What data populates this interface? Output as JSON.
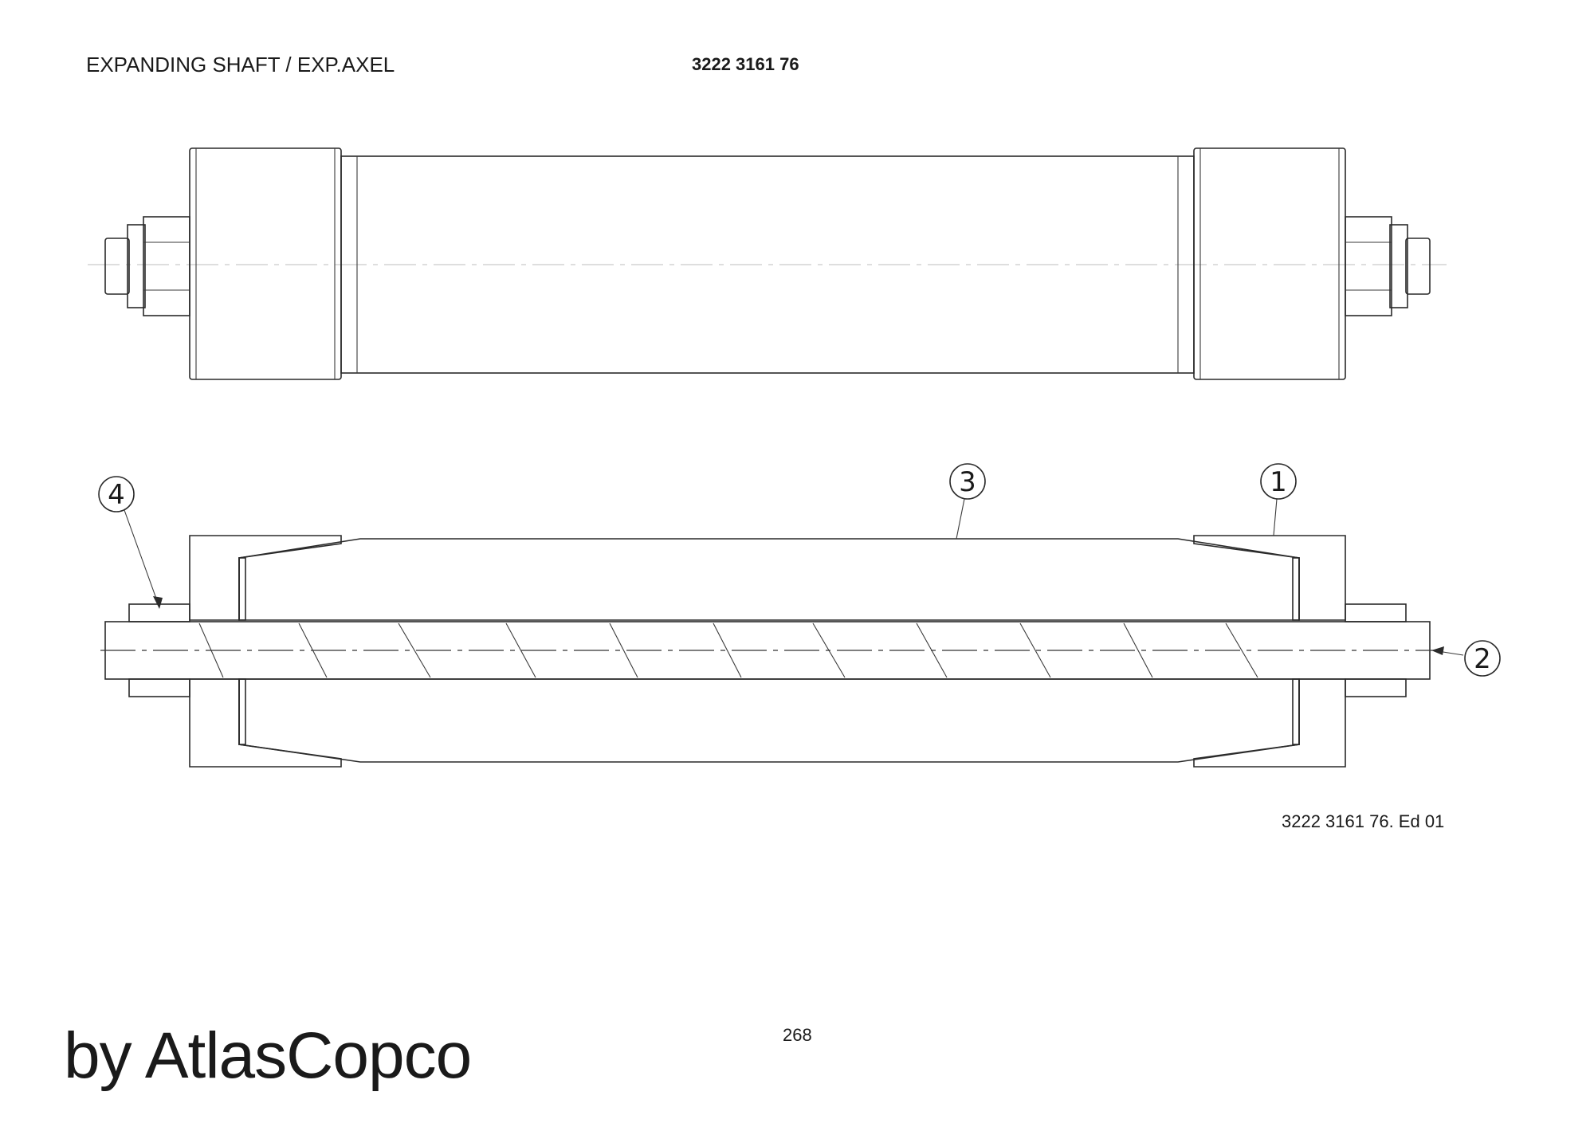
{
  "header": {
    "title": "EXPANDING SHAFT / EXP.AXEL",
    "part_number": "3222 3161 76"
  },
  "drawing": {
    "reference": "3222 3161 76. Ed 01",
    "balloons": [
      "1",
      "2",
      "3",
      "4"
    ]
  },
  "footer": {
    "page_number": "268",
    "brand": "by AtlasCopco"
  }
}
